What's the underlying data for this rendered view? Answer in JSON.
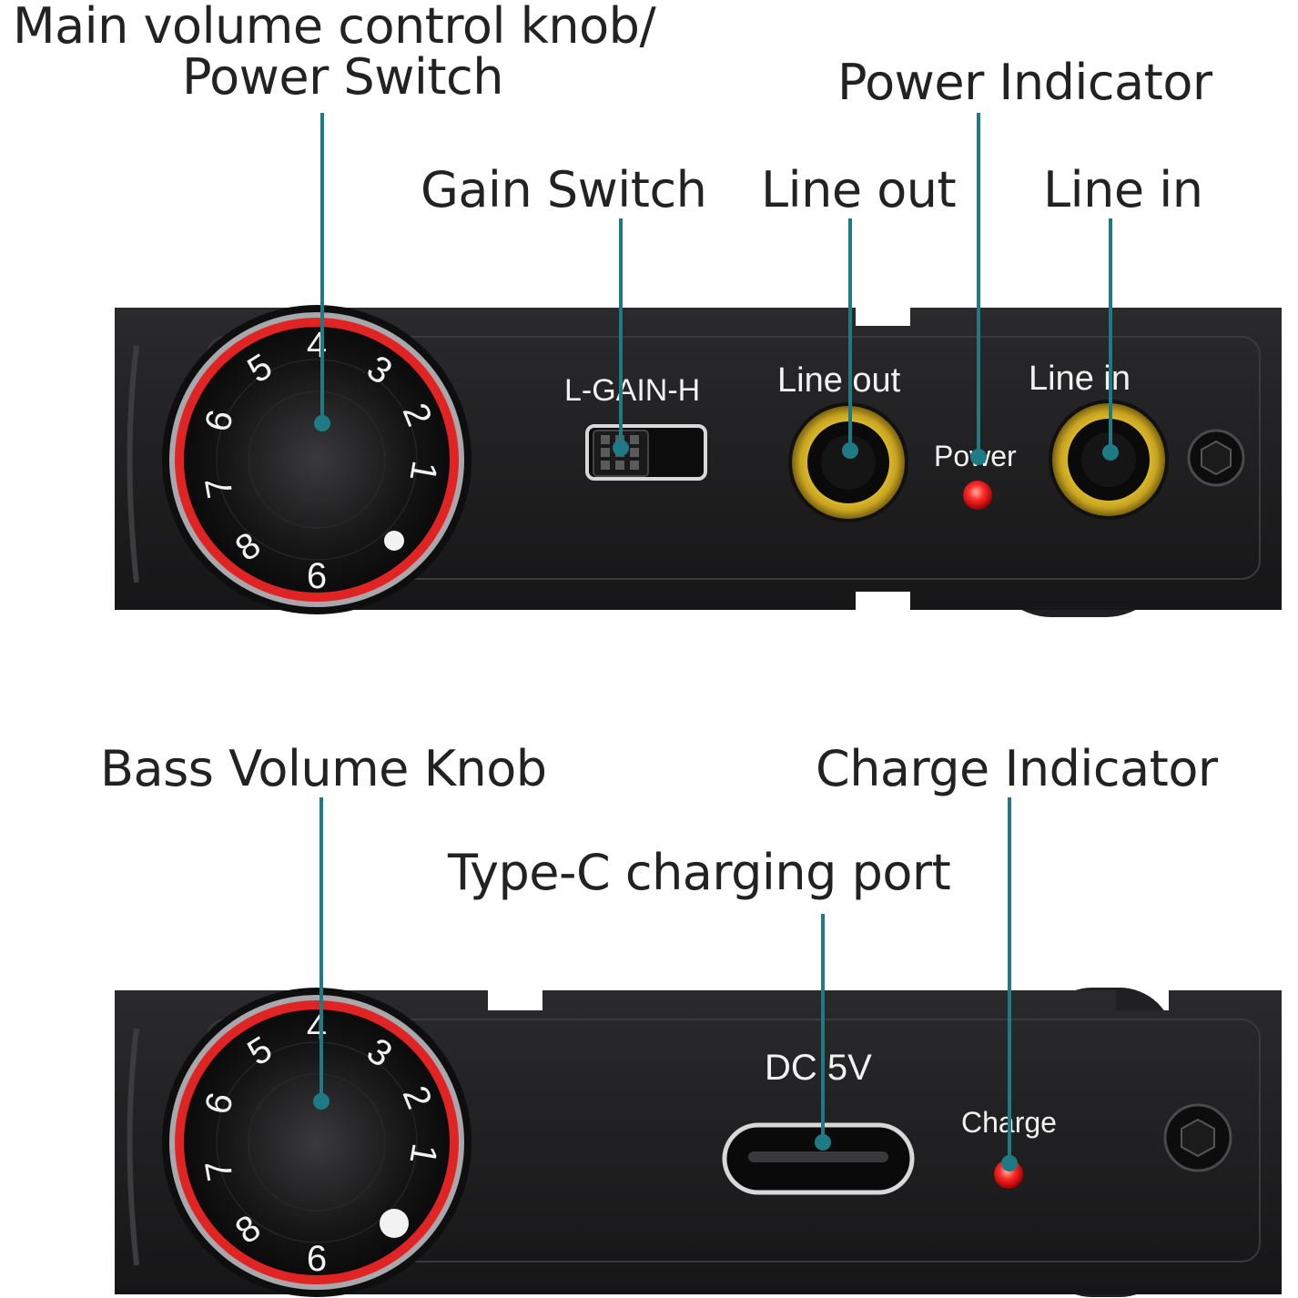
{
  "colors": {
    "callout_line": "#1e7b86",
    "callout_dot": "#1e7b86",
    "body": "#1f1f21",
    "knob_ring": "#e02424",
    "jack_ring": "#e8c93a",
    "led": "#ff2a2a"
  },
  "top_panel": {
    "callouts": {
      "main_volume_line1": "Main volume control knob/",
      "main_volume_line2": "Power Switch",
      "power_indicator": "Power Indicator",
      "gain_switch": "Gain Switch",
      "line_out": "Line out",
      "line_in": "Line in"
    },
    "printed": {
      "gain": "L-GAIN-H",
      "line_out": "Line out",
      "power": "Power",
      "line_in": "Line in"
    },
    "knob_numbers": [
      "4",
      "3",
      "2",
      "1",
      "6",
      "8",
      "7",
      "6",
      "5"
    ]
  },
  "bottom_panel": {
    "callouts": {
      "bass_knob": "Bass Volume Knob",
      "charge_indicator": "Charge Indicator",
      "type_c": "Type-C charging port"
    },
    "printed": {
      "dc": "DC 5V",
      "charge": "Charge"
    },
    "knob_numbers": [
      "4",
      "3",
      "2",
      "1",
      "6",
      "8",
      "7",
      "6",
      "5"
    ]
  }
}
